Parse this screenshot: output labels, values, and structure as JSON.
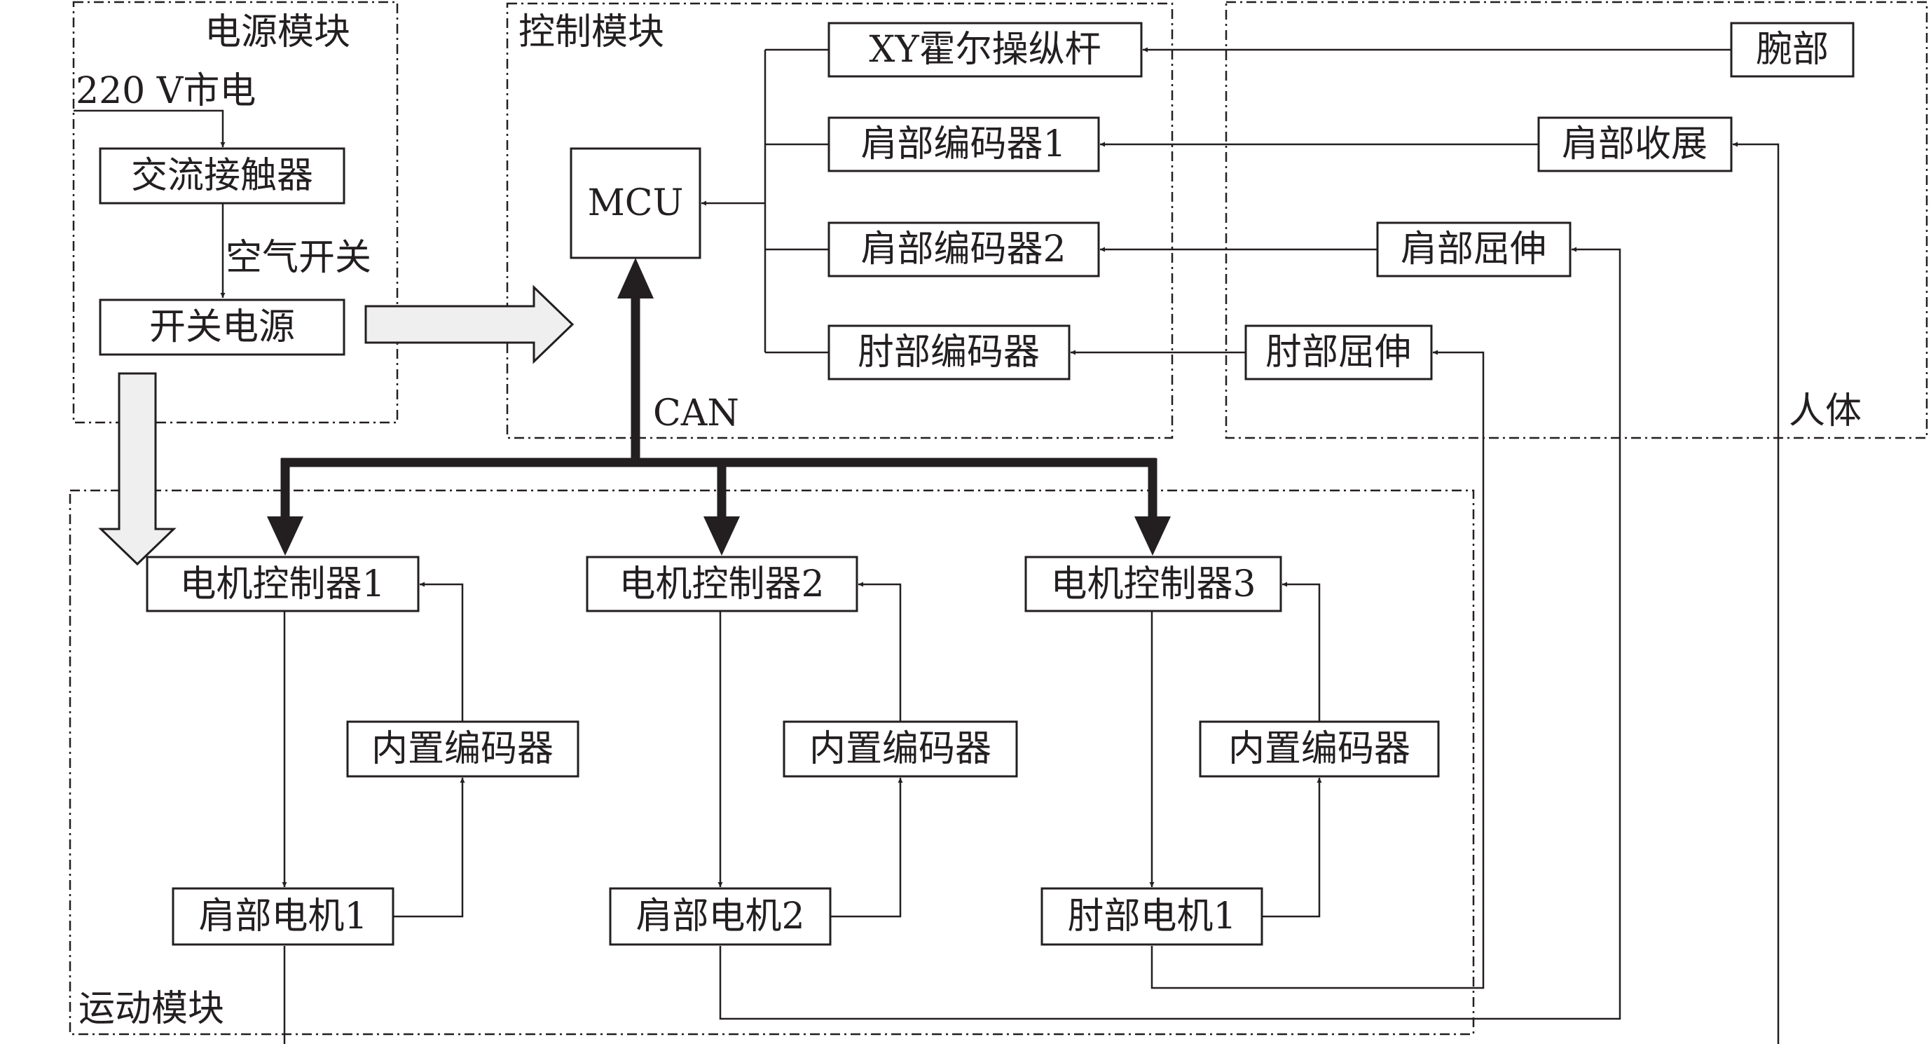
{
  "groups": {
    "power": "电源模块",
    "control": "控制模块",
    "human": "人体",
    "motion": "运动模块"
  },
  "labels": {
    "mains": "220 V市电",
    "air_switch": "空气开关",
    "can": "CAN"
  },
  "power": {
    "contactor": "交流接触器",
    "psu": "开关电源"
  },
  "control": {
    "mcu": "MCU",
    "joystick": "XY霍尔操纵杆",
    "shoulder_encoder_1": "肩部编码器1",
    "shoulder_encoder_2": "肩部编码器2",
    "elbow_encoder": "肘部编码器"
  },
  "human": {
    "wrist": "腕部",
    "shoulder_abduction": "肩部收展",
    "shoulder_flexion": "肩部屈伸",
    "elbow_flexion": "肘部屈伸"
  },
  "motion": {
    "controller_1": "电机控制器1",
    "controller_2": "电机控制器2",
    "controller_3": "电机控制器3",
    "builtin_encoder_1": "内置编码器",
    "builtin_encoder_2": "内置编码器",
    "builtin_encoder_3": "内置编码器",
    "shoulder_motor_1": "肩部电机1",
    "shoulder_motor_2": "肩部电机2",
    "elbow_motor_1": "肘部电机1"
  }
}
